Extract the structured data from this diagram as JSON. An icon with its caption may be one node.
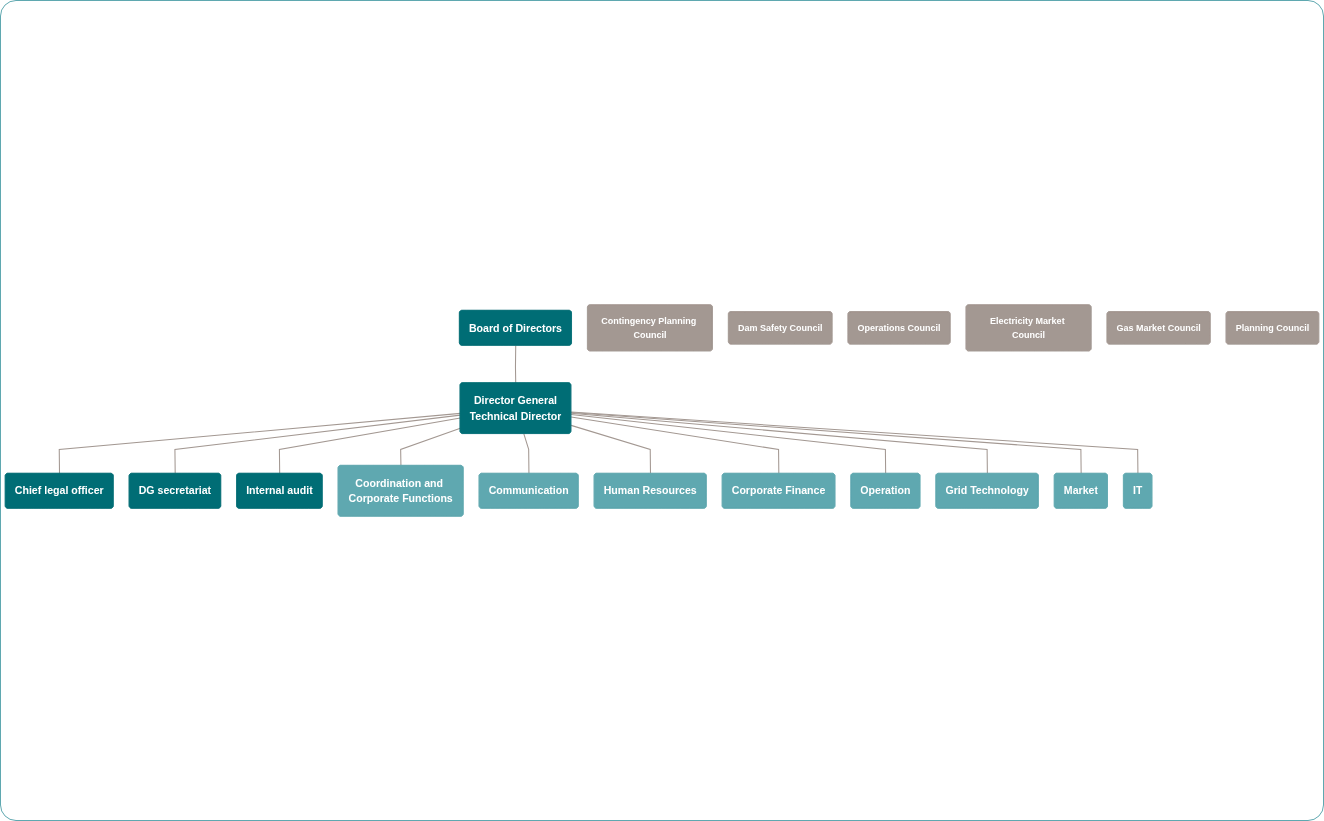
{
  "diagram": {
    "nodes": [
      {
        "text": [
          "Board of Directors"
        ]
      },
      {
        "text": [
          "Director General",
          "Technical Director"
        ]
      },
      {
        "text": [
          "Chief legal officer"
        ]
      },
      {
        "text": [
          "DG secretariat"
        ]
      },
      {
        "text": [
          "Internal audit"
        ]
      },
      {
        "text": [
          "Coordination and Corporate Functions"
        ]
      },
      {
        "text": [
          "Communication"
        ]
      },
      {
        "text": [
          "Human Resources"
        ]
      },
      {
        "text": [
          "Corporate Finance"
        ]
      },
      {
        "text": [
          "Operation"
        ]
      },
      {
        "text": [
          "Grid Technology"
        ]
      },
      {
        "text": [
          "Market"
        ]
      },
      {
        "text": [
          "IT"
        ]
      },
      {
        "text": [
          "Contingency Planning Council"
        ]
      },
      {
        "text": [
          "Dam Safety Council"
        ]
      },
      {
        "text": [
          "Operations Council"
        ]
      },
      {
        "text": [
          "Electricity Market Council"
        ]
      },
      {
        "text": [
          "Gas Market Council"
        ]
      },
      {
        "text": [
          "Planning Council"
        ]
      }
    ],
    "edges": [
      {
        "from": 0,
        "to": 1,
        "arrow": "none"
      },
      {
        "from": 1,
        "to": 2,
        "arrow": "none"
      },
      {
        "from": 1,
        "to": 3,
        "arrow": "none"
      },
      {
        "from": 1,
        "to": 4,
        "arrow": "none"
      },
      {
        "from": 1,
        "to": 5,
        "arrow": "none"
      },
      {
        "from": 1,
        "to": 6,
        "arrow": "none"
      },
      {
        "from": 1,
        "to": 7,
        "arrow": "none"
      },
      {
        "from": 1,
        "to": 8,
        "arrow": "none"
      },
      {
        "from": 1,
        "to": 9,
        "arrow": "none"
      },
      {
        "from": 1,
        "to": 10,
        "arrow": "none"
      },
      {
        "from": 1,
        "to": 11,
        "arrow": "none"
      },
      {
        "from": 1,
        "to": 12,
        "arrow": "none"
      }
    ]
  }
}
